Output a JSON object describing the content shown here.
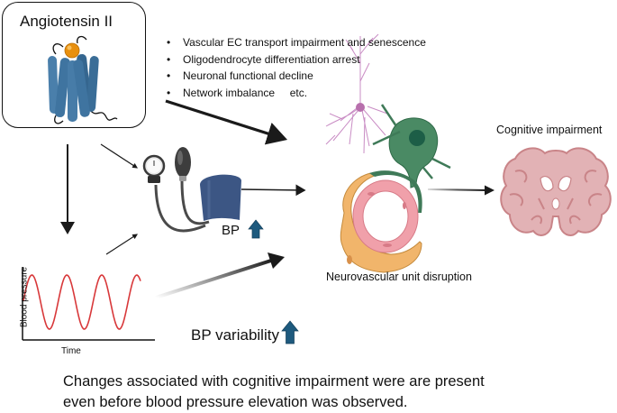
{
  "title": "Angiotensin II, blood pressure variability and cognitive impairment",
  "angiotensin_box": {
    "title": "Angiotensin II",
    "icon": "gpcr-receptor-with-ligand-icon"
  },
  "effects": {
    "bullets": [
      "Vascular EC transport impairment and senescence",
      "Oligodendrocyte differentiation arrest",
      "Neuronal functional decline",
      "Network imbalance     etc."
    ]
  },
  "blood_pressure": {
    "label": "BP",
    "trend_icon": "up-arrow-icon",
    "device_icon": "sphygmomanometer-icon"
  },
  "bp_variability": {
    "label": "BP variability",
    "trend_icon": "up-arrow-icon",
    "graph": {
      "xlabel": "Time",
      "ylabel": "Blood pressure",
      "waveform": "sine",
      "cycles": 3
    }
  },
  "nvu": {
    "label": "Neurovascular unit disruption",
    "icon": "neurovascular-unit-icon"
  },
  "outcome": {
    "label": "Cognitive impairment",
    "icon": "brain-coronal-section-icon"
  },
  "caption": {
    "line1": "Changes associated with cognitive impairment were are present",
    "line2": "even before blood pressure elevation was observed."
  },
  "colors": {
    "receptor": "#3f74a0",
    "ligand": "#e8900f",
    "cuff": "#3c5684",
    "up_arrow": "#1e5a7e",
    "bp_wave": "#d8383a",
    "astrocyte": "#3f7a58",
    "neuron": "#c98cc4",
    "endothelium": "#f0a0aa",
    "pericyte": "#f1b56b",
    "brain": "#d9a5a8"
  }
}
